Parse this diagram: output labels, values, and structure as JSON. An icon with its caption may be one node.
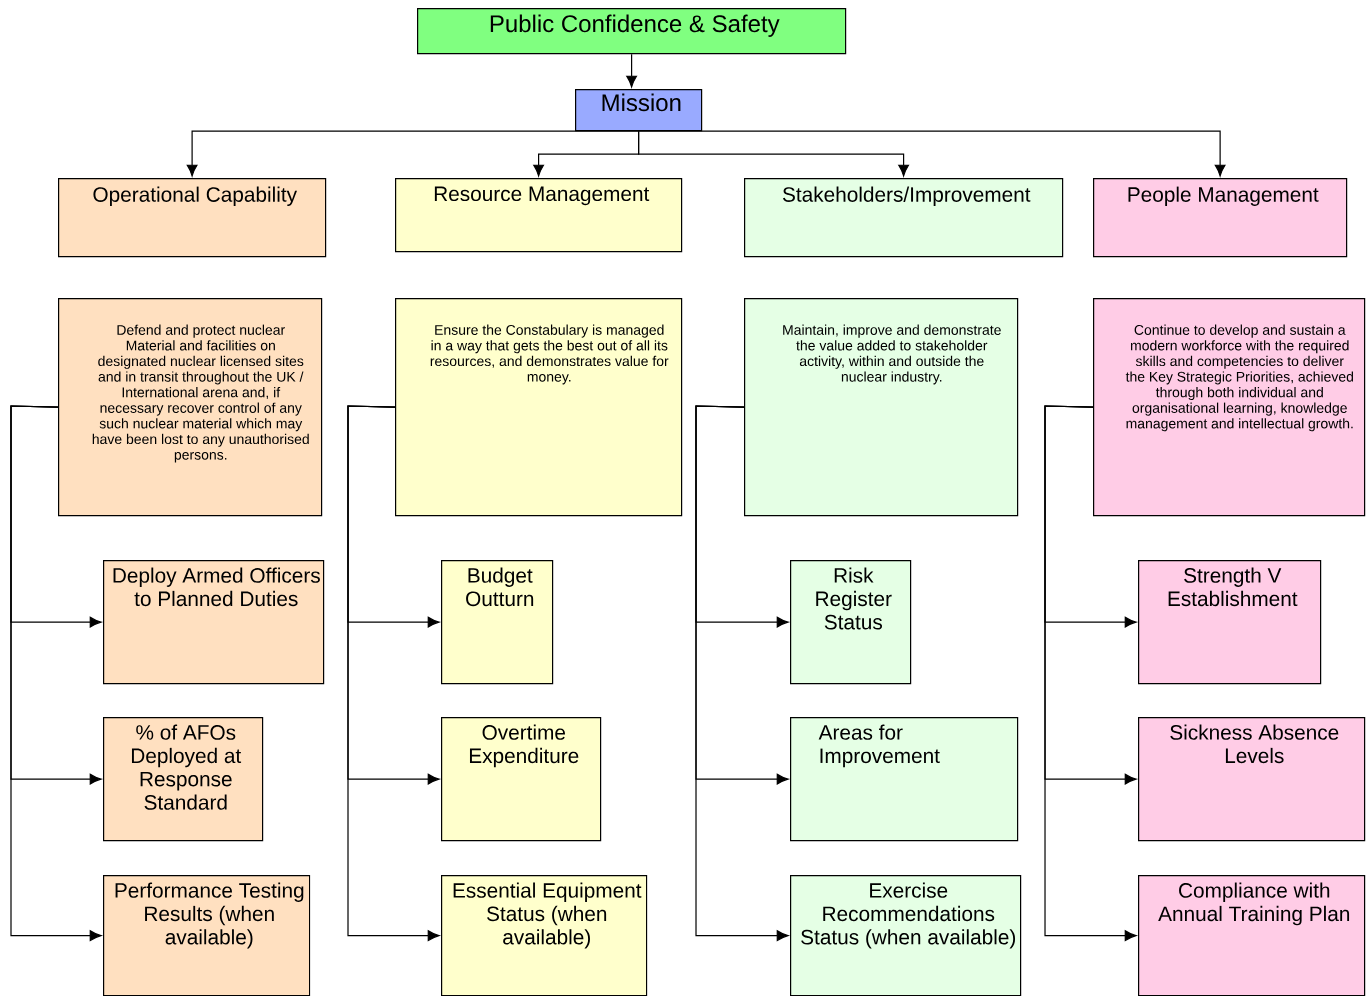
{
  "diagram": {
    "nodes": [
      {
        "text": [
          "Public Confidence & Safety"
        ]
      },
      {
        "text": [
          "Mission"
        ]
      },
      {
        "text": [
          "Operational Capability"
        ]
      },
      {
        "text": [
          "Resource Management"
        ]
      },
      {
        "text": [
          "Stakeholders/Improvement"
        ]
      },
      {
        "text": [
          "People Management"
        ]
      },
      {
        "text": [
          "Defend and protect nuclear Material and facilities on designated nuclear licensed sites and in transit throughout the UK / International arena and, if necessary recover control of any such nuclear material which may have been lost to any unauthorised persons."
        ]
      },
      {
        "text": [
          "Ensure the Constabulary is managed in a way that gets the best out of all its resources, and demonstrates value for money."
        ]
      },
      {
        "text": [
          "Maintain, improve and demonstrate the value added to stakeholder activity, within and outside the nuclear industry."
        ]
      },
      {
        "text": [
          "Continue to develop and sustain a modern workforce with the required skills and competencies to deliver the Key Strategic Priorities, achieved through both individual and organisational learning, knowledge management and intellectual growth."
        ]
      },
      {
        "text": [
          "Deploy Armed Officers to Planned Duties"
        ]
      },
      {
        "text": [
          "% of AFOs Deployed at Response Standard"
        ]
      },
      {
        "text": [
          "Performance Testing Results (when available)"
        ]
      },
      {
        "text": [
          "Budget Outturn"
        ]
      },
      {
        "text": [
          "Overtime Expenditure"
        ]
      },
      {
        "text": [
          "Essential Equipment Status (when available)"
        ]
      },
      {
        "text": [
          "Risk Register Status"
        ]
      },
      {
        "text": [
          "Areas for Improvement"
        ]
      },
      {
        "text": [
          "Exercise Recommendations Status (when available)"
        ]
      },
      {
        "text": [
          "Strength V Establishment"
        ]
      },
      {
        "text": [
          "Sickness Absence Levels"
        ]
      },
      {
        "text": [
          "Compliance with Annual Training Plan"
        ]
      }
    ],
    "edges": [
      {
        "from": 0,
        "to": 1,
        "arrow": "to"
      },
      {
        "from": 1,
        "to": 2,
        "arrow": "to"
      },
      {
        "from": 1,
        "to": 3,
        "arrow": "to"
      },
      {
        "from": 1,
        "to": 4,
        "arrow": "to"
      },
      {
        "from": 1,
        "to": 5,
        "arrow": "to"
      },
      {
        "from": 6,
        "to": 10,
        "arrow": "to"
      },
      {
        "from": 6,
        "to": 11,
        "arrow": "to"
      },
      {
        "from": 6,
        "to": 12,
        "arrow": "to"
      },
      {
        "from": 7,
        "to": 13,
        "arrow": "to"
      },
      {
        "from": 7,
        "to": 14,
        "arrow": "to"
      },
      {
        "from": 7,
        "to": 15,
        "arrow": "to"
      },
      {
        "from": 8,
        "to": 16,
        "arrow": "to"
      },
      {
        "from": 8,
        "to": 17,
        "arrow": "to"
      },
      {
        "from": 8,
        "to": 18,
        "arrow": "to"
      },
      {
        "from": 9,
        "to": 19,
        "arrow": "to"
      },
      {
        "from": 9,
        "to": 20,
        "arrow": "to"
      },
      {
        "from": 9,
        "to": 21,
        "arrow": "to"
      }
    ]
  }
}
